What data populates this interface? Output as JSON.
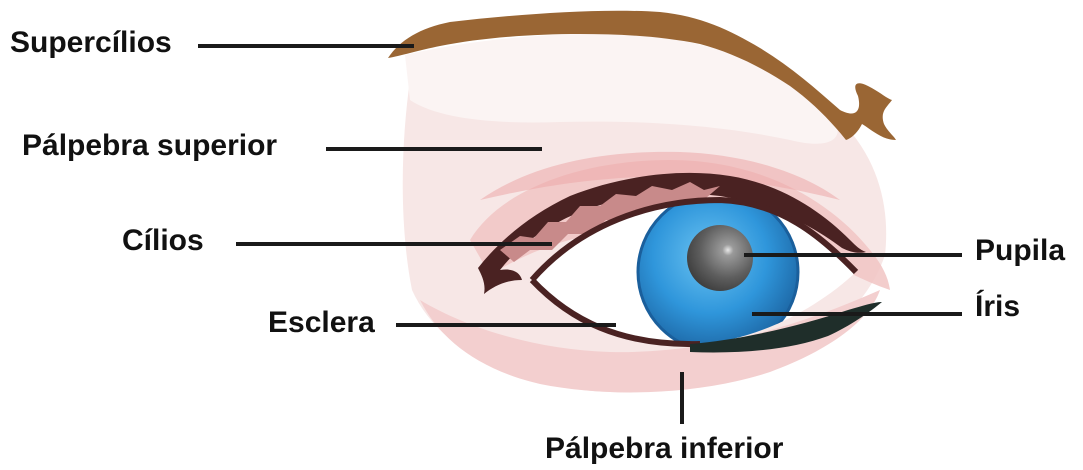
{
  "labels": {
    "eyebrows": "Supercílios",
    "upper_eyelid": "Pálpebra superior",
    "eyelashes": "Cílios",
    "sclera": "Esclera",
    "pupil": "Pupila",
    "iris": "Íris",
    "lower_eyelid": "Pálpebra inferior"
  },
  "colors": {
    "eyebrow": "#9a6634",
    "skin_light": "#f7e7e6",
    "skin_mid": "#f3cfcf",
    "skin_pink": "#eea9a8",
    "lash_dark": "#4a2222",
    "lash_rose": "#c88a8a",
    "sclera": "#ffffff",
    "iris": "#2f96db",
    "iris_dark": "#1a5f9c",
    "pupil": "#5a5a5a",
    "lower_lash": "#1f2e2a"
  }
}
